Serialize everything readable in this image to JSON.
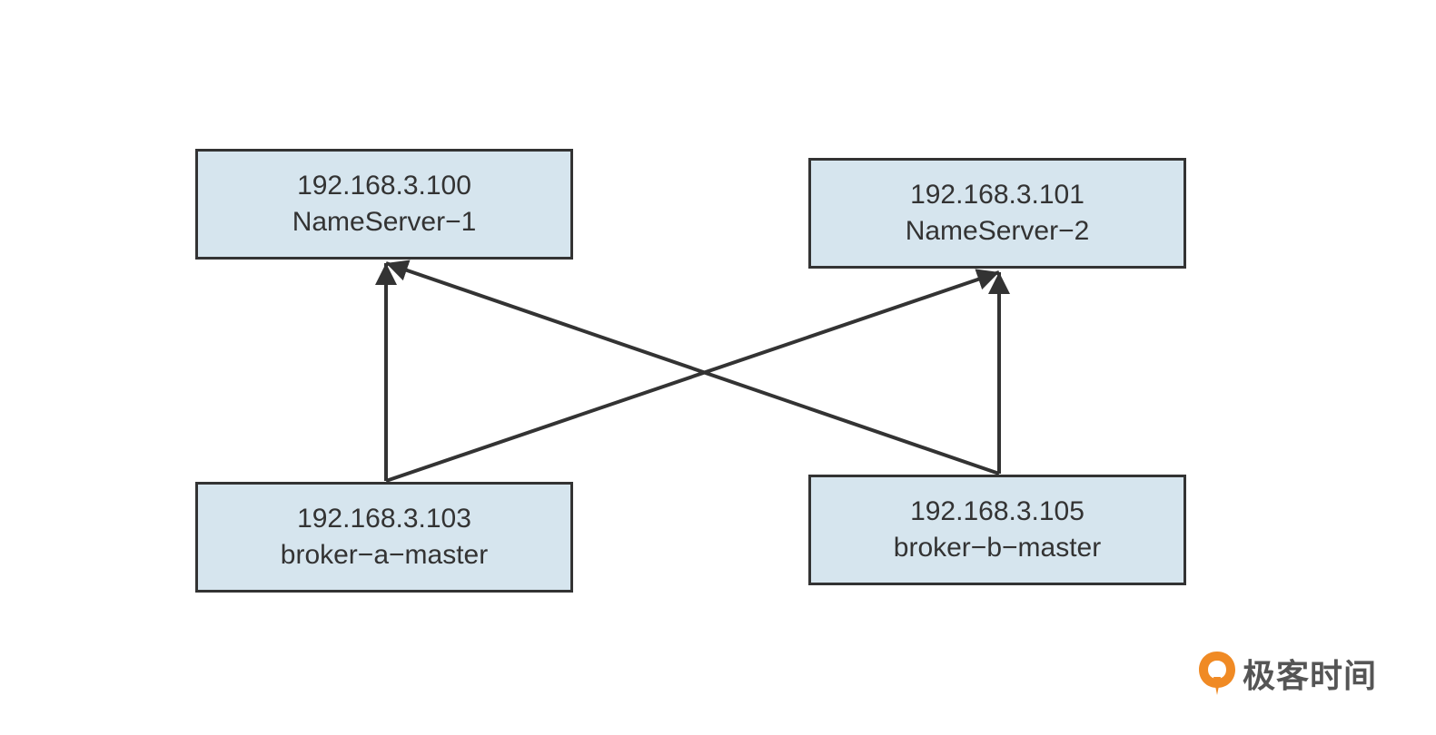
{
  "nodes": {
    "ns1": {
      "ip": "192.168.3.100",
      "name": "NameServer−1"
    },
    "ns2": {
      "ip": "192.168.3.101",
      "name": "NameServer−2"
    },
    "broker_a": {
      "ip": "192.168.3.103",
      "name": "broker−a−master"
    },
    "broker_b": {
      "ip": "192.168.3.105",
      "name": "broker−b−master"
    }
  },
  "edges": [
    {
      "from": "broker_a",
      "to": "ns1"
    },
    {
      "from": "broker_a",
      "to": "ns2"
    },
    {
      "from": "broker_b",
      "to": "ns1"
    },
    {
      "from": "broker_b",
      "to": "ns2"
    }
  ],
  "colors": {
    "node_fill": "#d6e5ee",
    "stroke": "#333333",
    "logo_orange": "#f08a24"
  },
  "watermark": {
    "text": "极客时间",
    "icon": "geektime-logo-icon"
  }
}
